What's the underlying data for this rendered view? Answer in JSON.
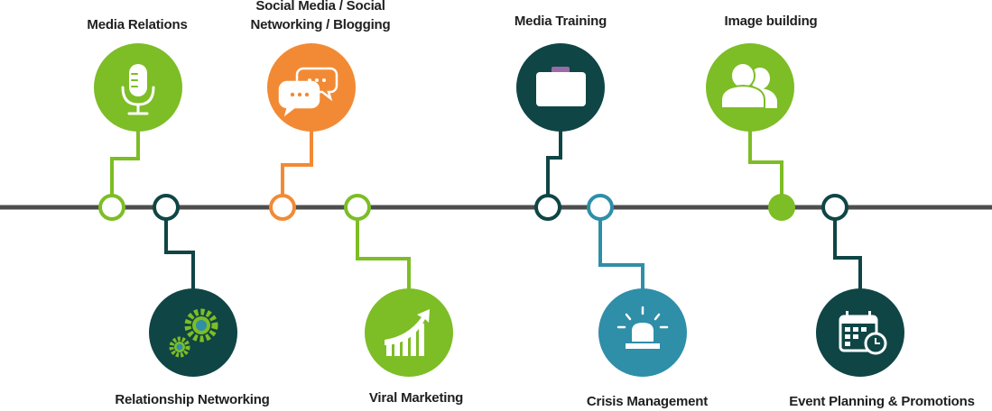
{
  "colors": {
    "green": "#7dbd26",
    "dark_teal": "#0f4545",
    "orange": "#f28a35",
    "teal": "#2f8ea8",
    "timeline": "#4d4d4d"
  },
  "items": [
    {
      "label": "Media Relations",
      "icon": "microphone-icon",
      "color": "green",
      "side": "top"
    },
    {
      "label": "Relationship Networking",
      "icon": "gears-icon",
      "color": "dark_teal",
      "side": "bottom"
    },
    {
      "label": "Social Media / Social Networking / Blogging",
      "icon": "chat-bubbles-icon",
      "color": "orange",
      "side": "top"
    },
    {
      "label": "Viral Marketing",
      "icon": "growth-chart-icon",
      "color": "green",
      "side": "bottom"
    },
    {
      "label": "Media Training",
      "icon": "briefcase-icon",
      "color": "dark_teal",
      "side": "top"
    },
    {
      "label": "Crisis Management",
      "icon": "siren-icon",
      "color": "teal",
      "side": "bottom"
    },
    {
      "label": "Image building",
      "icon": "users-icon",
      "color": "green",
      "side": "top"
    },
    {
      "label": "Event Planning & Promotions",
      "icon": "calendar-clock-icon",
      "color": "dark_teal",
      "side": "bottom"
    }
  ]
}
